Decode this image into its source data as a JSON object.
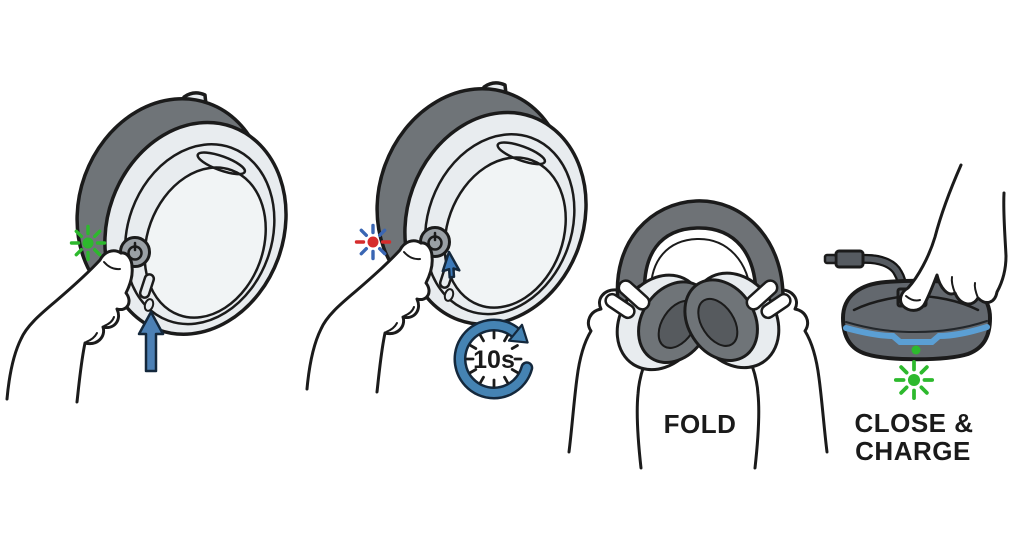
{
  "diagram": {
    "title_hint": "headphone power, pairing, fold and charge instructions",
    "background": "#ffffff",
    "steps": [
      {
        "name": "press-power-button",
        "indicator": "green LED blinking",
        "icons": [
          "green-blinking-led-icon",
          "up-arrow-icon",
          "power-button-icon",
          "pressing-hand",
          "headphone-earcup"
        ]
      },
      {
        "name": "hold-power-button-10-seconds",
        "indicator": "red and blue LED blinking",
        "timer_label": "10s",
        "icons": [
          "red-blue-blinking-led-icon",
          "cursor-icon",
          "timer-clockwise-icon",
          "power-button-icon",
          "pressing-hand",
          "headphone-earcup"
        ]
      },
      {
        "name": "fold-headphones",
        "label": "FOLD",
        "icons": [
          "folded-headphones",
          "holding-hands"
        ]
      },
      {
        "name": "close-and-charge",
        "label_line1": "CLOSE &",
        "label_line2": "CHARGE",
        "indicator": "green LED blinking",
        "icons": [
          "charging-case",
          "usb-cable-icon",
          "green-led-dot",
          "green-blinking-led-icon",
          "pressing-hand"
        ]
      }
    ]
  },
  "colors": {
    "outline": "#1b1b1b",
    "shellLight": "#e8ecef",
    "shellFace": "#f1f4f5",
    "padGray": "#6f7478",
    "bandGray": "#6e7276",
    "caseGray": "#63686e",
    "arrowBlue": "#4c80b5",
    "arrowBlueDark": "#14283c",
    "timerBlue": "#4583b3",
    "cursorBlue": "#3c79b8",
    "stripeBlue": "#5b9fd4",
    "ledGreen": "#2db92d",
    "ledRed": "#d62c2c",
    "rayBlue": "#3a66b3",
    "text": "#1a1a1a",
    "background": "#ffffff"
  }
}
